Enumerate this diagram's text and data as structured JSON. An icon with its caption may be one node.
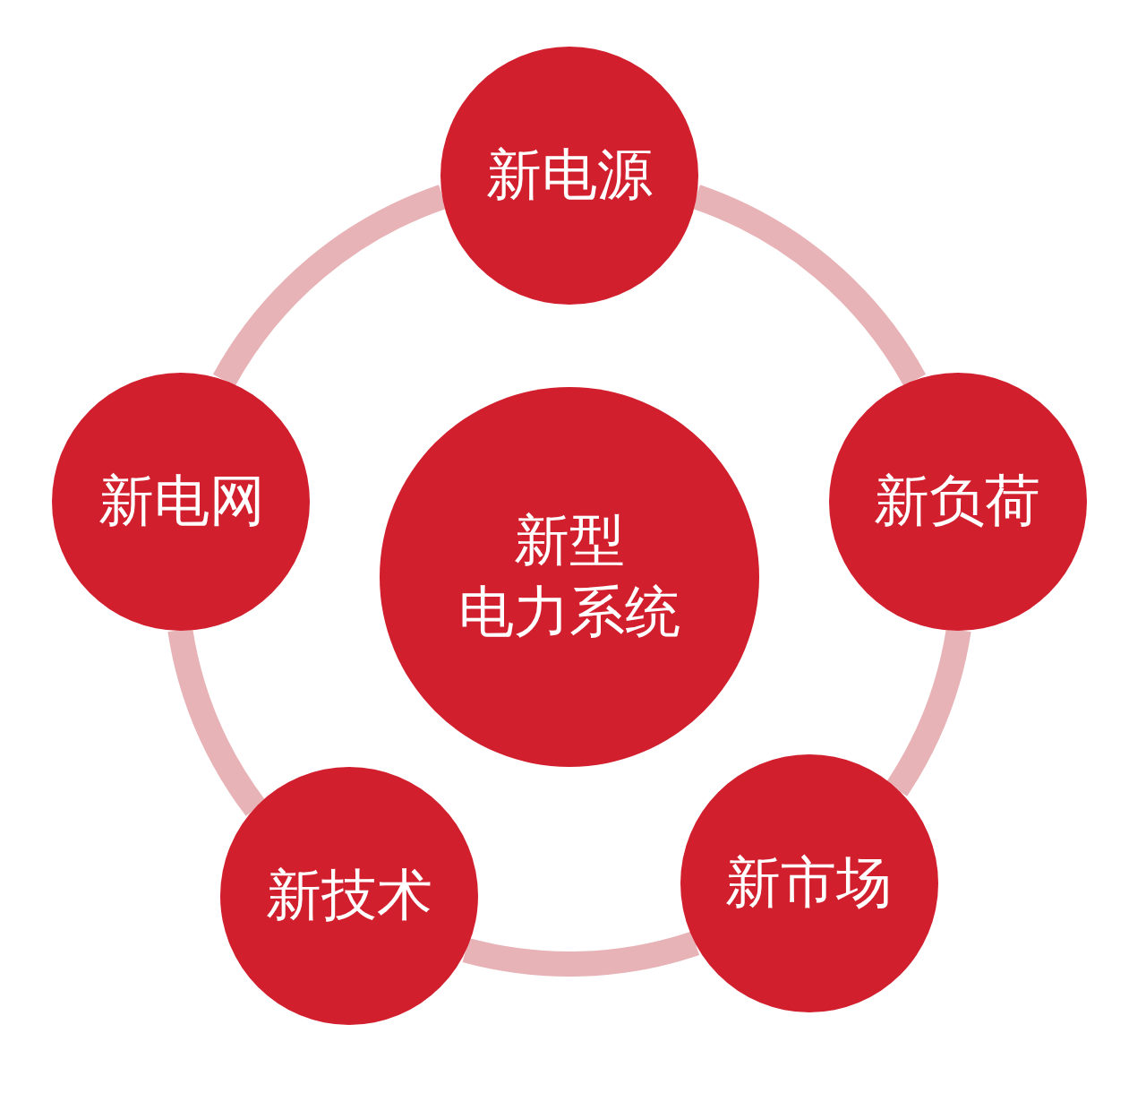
{
  "diagram": {
    "nodes": [
      {
        "text": [
          "新电源"
        ]
      },
      {
        "text": [
          "新负荷"
        ]
      },
      {
        "text": [
          "新市场"
        ]
      },
      {
        "text": [
          "新技术"
        ]
      },
      {
        "text": [
          "新电网"
        ]
      },
      {
        "text": [
          "新型电力系统"
        ]
      }
    ],
    "edges": [
      {
        "from": 0,
        "to": 1,
        "arrow": "none"
      },
      {
        "from": 1,
        "to": 2,
        "arrow": "none"
      },
      {
        "from": 2,
        "to": 3,
        "arrow": "none"
      },
      {
        "from": 3,
        "to": 4,
        "arrow": "none"
      },
      {
        "from": 4,
        "to": 0,
        "arrow": "none"
      }
    ]
  }
}
